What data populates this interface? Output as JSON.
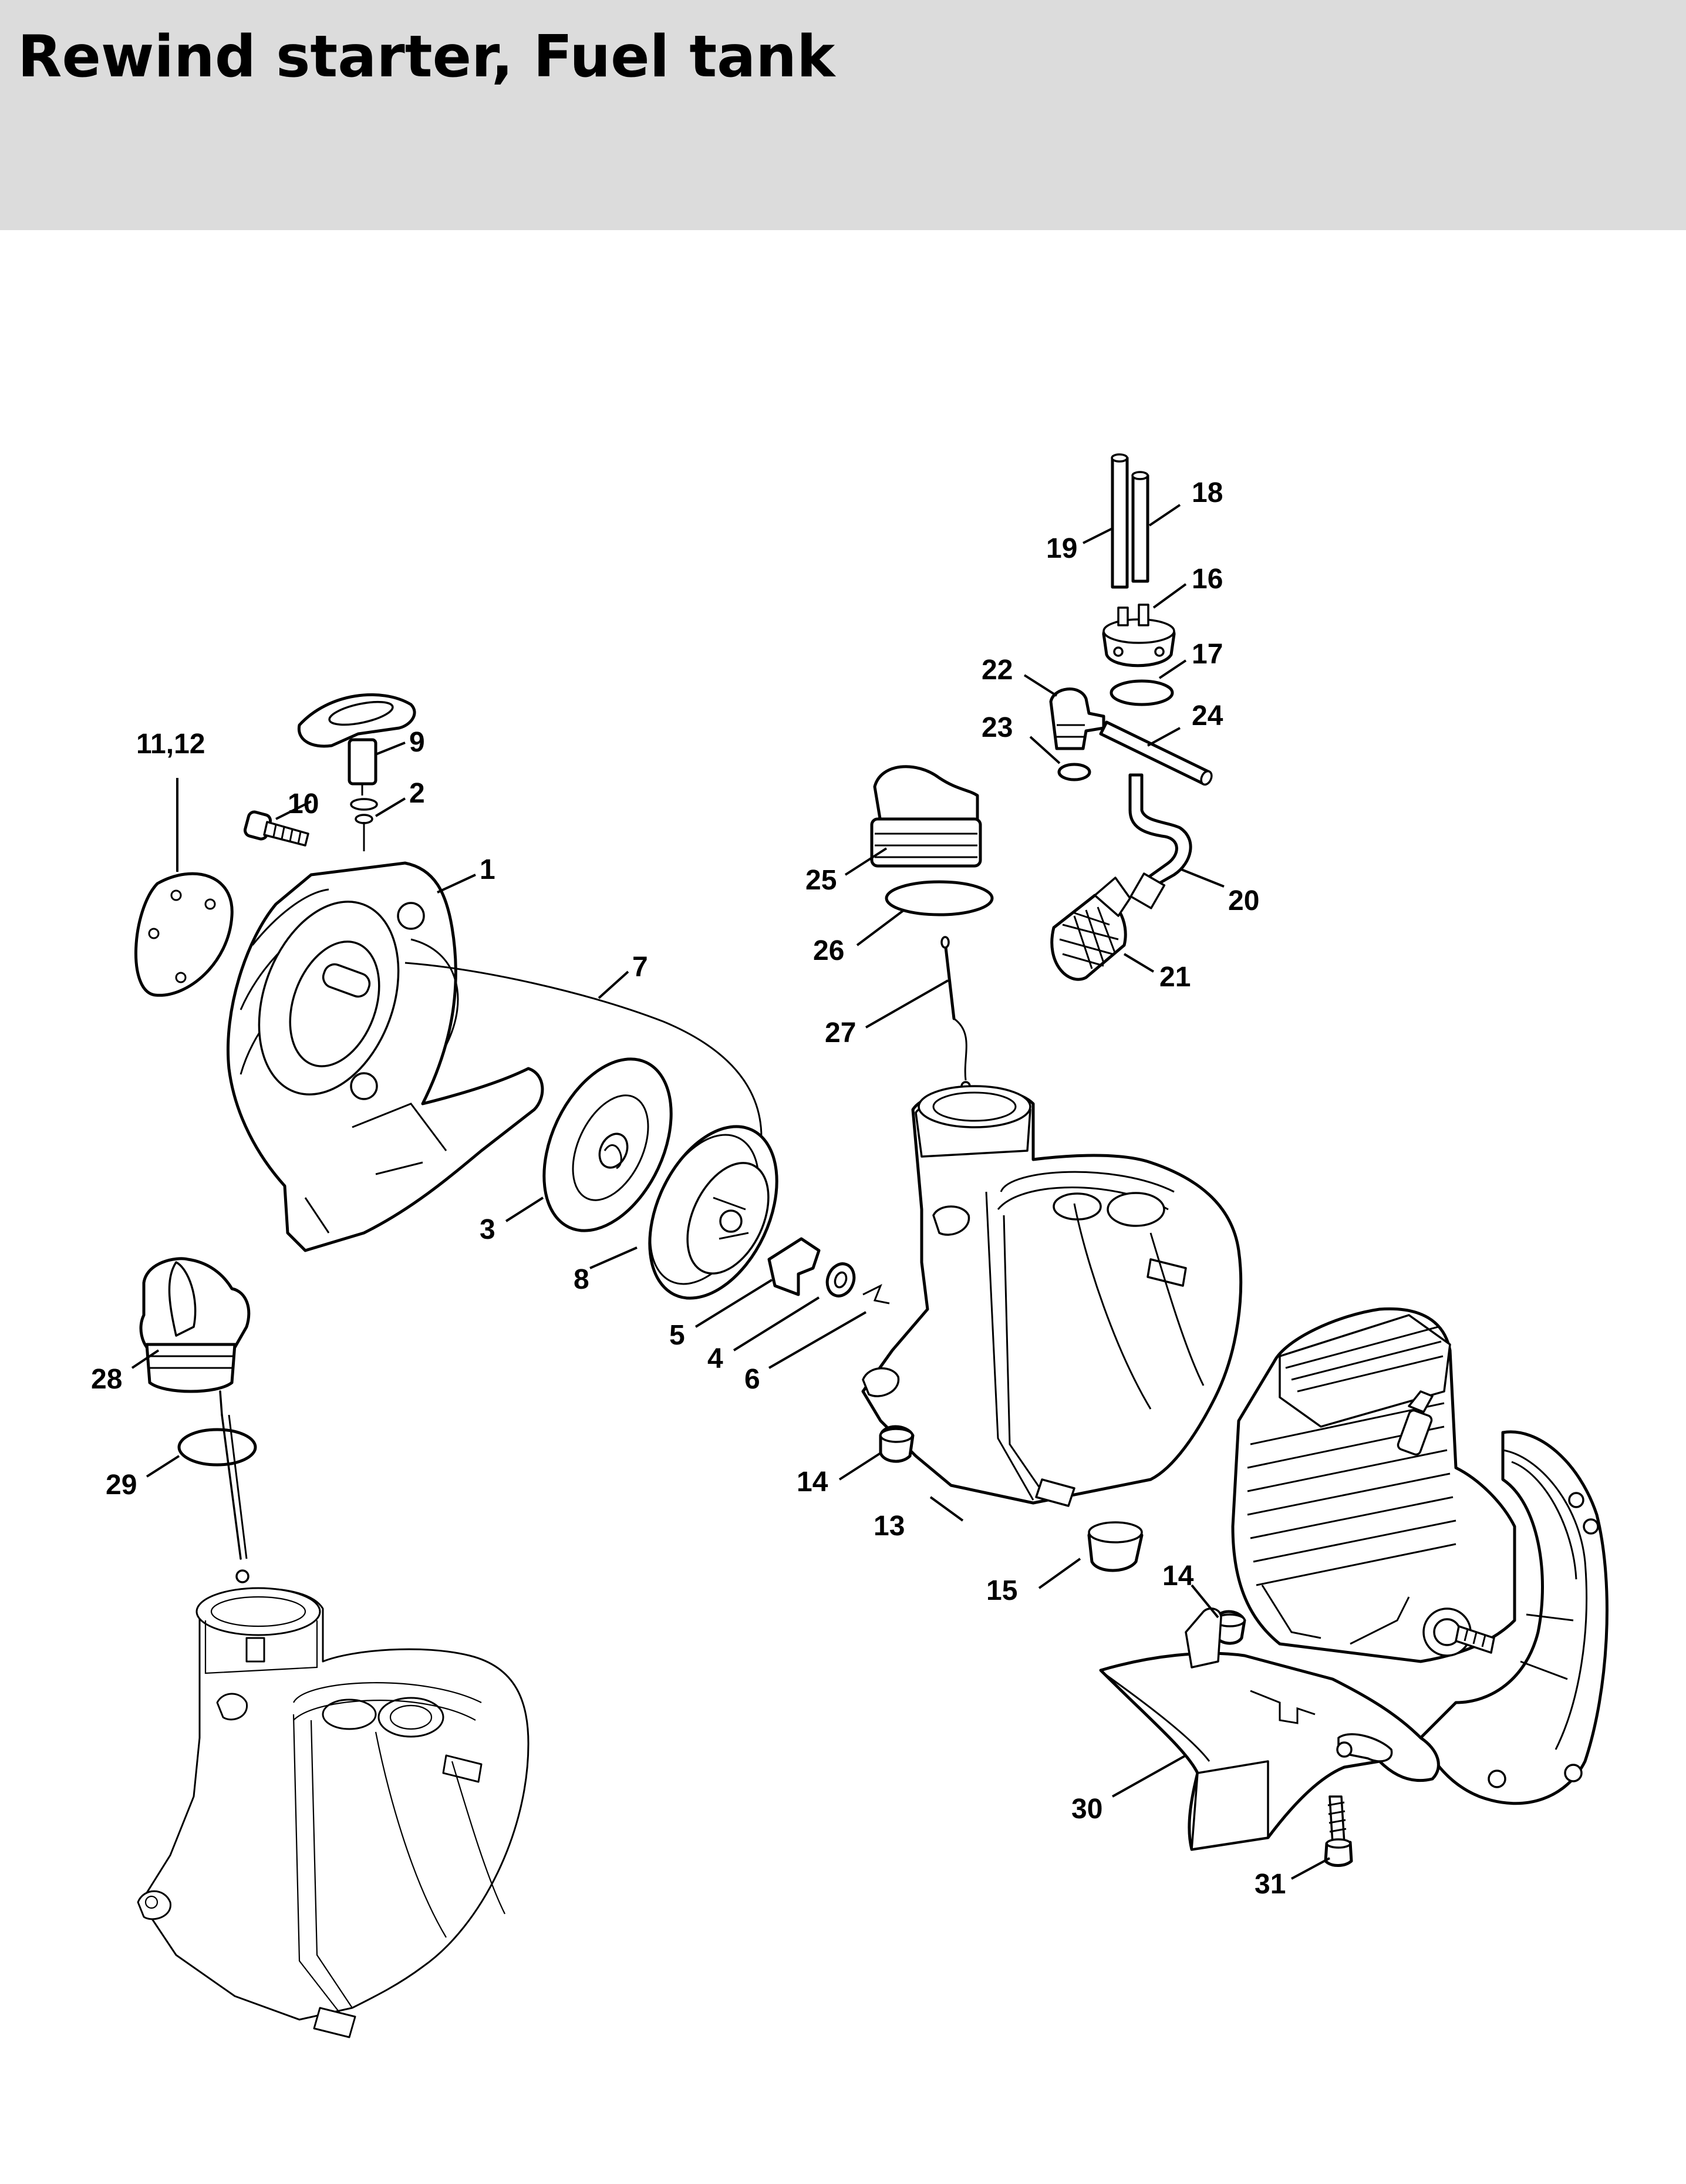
{
  "header": {
    "title": "Rewind starter, Fuel tank",
    "background": "#dcdcdc"
  },
  "callouts": [
    {
      "label": "1"
    },
    {
      "label": "2"
    },
    {
      "label": "3"
    },
    {
      "label": "4"
    },
    {
      "label": "5"
    },
    {
      "label": "6"
    },
    {
      "label": "7"
    },
    {
      "label": "8"
    },
    {
      "label": "9"
    },
    {
      "label": "10"
    },
    {
      "label": "11,12"
    },
    {
      "label": "13"
    },
    {
      "label": "14"
    },
    {
      "label": "14"
    },
    {
      "label": "15"
    },
    {
      "label": "16"
    },
    {
      "label": "17"
    },
    {
      "label": "18"
    },
    {
      "label": "19"
    },
    {
      "label": "20"
    },
    {
      "label": "21"
    },
    {
      "label": "22"
    },
    {
      "label": "23"
    },
    {
      "label": "24"
    },
    {
      "label": "25"
    },
    {
      "label": "26"
    },
    {
      "label": "27"
    },
    {
      "label": "28"
    },
    {
      "label": "29"
    },
    {
      "label": "30"
    },
    {
      "label": "31"
    }
  ]
}
